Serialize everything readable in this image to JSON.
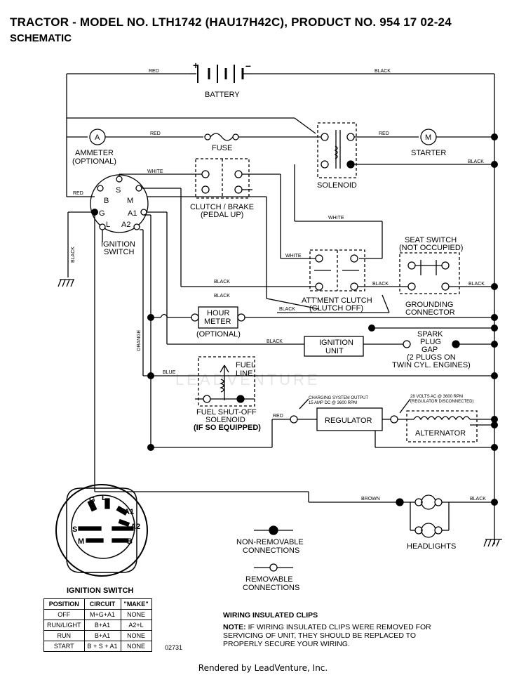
{
  "header": {
    "title": "TRACTOR - MODEL NO. LTH1742 (HAU17H42C), PRODUCT NO. 954 17 02-24",
    "subtitle": "SCHEMATIC"
  },
  "components": {
    "battery": "BATTERY",
    "ammeter": "AMMETER",
    "ammeter_note": "(OPTIONAL)",
    "fuse": "FUSE",
    "starter": "STARTER",
    "solenoid": "SOLENOID",
    "clutch_brake": "CLUTCH / BRAKE",
    "clutch_brake_note": "(PEDAL UP)",
    "ignition_switch": "IGNITION",
    "ignition_switch_2": "SWITCH",
    "seat_switch": "SEAT SWITCH",
    "seat_switch_note": "(NOT OCCUPIED)",
    "grounding_connector": "GROUNDING",
    "grounding_connector_2": "CONNECTOR",
    "attachment_clutch": "ATT'MENT CLUTCH",
    "attachment_clutch_note": "(CLUTCH OFF)",
    "hour_meter": "HOUR",
    "hour_meter_2": "METER",
    "hour_meter_note": "(OPTIONAL)",
    "ignition_unit": "IGNITION",
    "ignition_unit_2": "UNIT",
    "spark_plug": "SPARK",
    "spark_plug_2": "PLUG",
    "spark_plug_3": "GAP",
    "spark_plug_4": "(2 PLUGS ON",
    "spark_plug_5": "TWIN CYL. ENGINES)",
    "fuel_line": "FUEL",
    "fuel_line_2": "LINE",
    "fuel_solenoid": "FUEL SHUT-OFF",
    "fuel_solenoid_2": "SOLENOID",
    "fuel_solenoid_note": "(IF SO EQUIPPED)",
    "regulator": "REGULATOR",
    "alternator": "ALTERNATOR",
    "charging_note_1": "CHARGING SYSTEM OUTPUT",
    "charging_note_2": "15 AMP DC @ 3600 RPM",
    "alt_note_1": "28 VOLTS AC @ 3600 RPM",
    "alt_note_2": "(REGULATOR DISCONNECTED)",
    "headlights": "HEADLIGHTS",
    "ammeter_symbol": "A",
    "starter_symbol": "M"
  },
  "terminals": {
    "s": "S",
    "b": "B",
    "m": "M",
    "g": "G",
    "a1": "A1",
    "l": "L",
    "a2": "A2"
  },
  "wires": {
    "red": "RED",
    "black": "BLACK",
    "white": "WHITE",
    "orange": "ORANGE",
    "blue": "BLUE",
    "brown": "BROWN"
  },
  "legend": {
    "non_removable": "NON-REMOVABLE",
    "non_removable_2": "CONNECTIONS",
    "removable": "REMOVABLE",
    "removable_2": "CONNECTIONS"
  },
  "ignition_table": {
    "title": "IGNITION SWITCH",
    "headers": [
      "POSITION",
      "CIRCUIT",
      "\"MAKE\""
    ],
    "rows": [
      [
        "OFF",
        "M+G+A1",
        "NONE"
      ],
      [
        "RUN/LIGHT",
        "B+A1",
        "A2+L"
      ],
      [
        "RUN",
        "B+A1",
        "NONE"
      ],
      [
        "START",
        "B + S + A1",
        "NONE"
      ]
    ]
  },
  "diagram_code": "02731",
  "notes": {
    "heading": "WIRING INSULATED CLIPS",
    "note_label": "NOTE:",
    "note_line_1": "IF WIRING INSULATED CLIPS WERE REMOVED FOR",
    "note_line_2": "SERVICING OF UNIT, THEY SHOULD BE REPLACED TO",
    "note_line_3": "PROPERLY SECURE YOUR WIRING."
  },
  "watermark": "LEADVENTURE",
  "footer": "Rendered by LeadVenture, Inc."
}
